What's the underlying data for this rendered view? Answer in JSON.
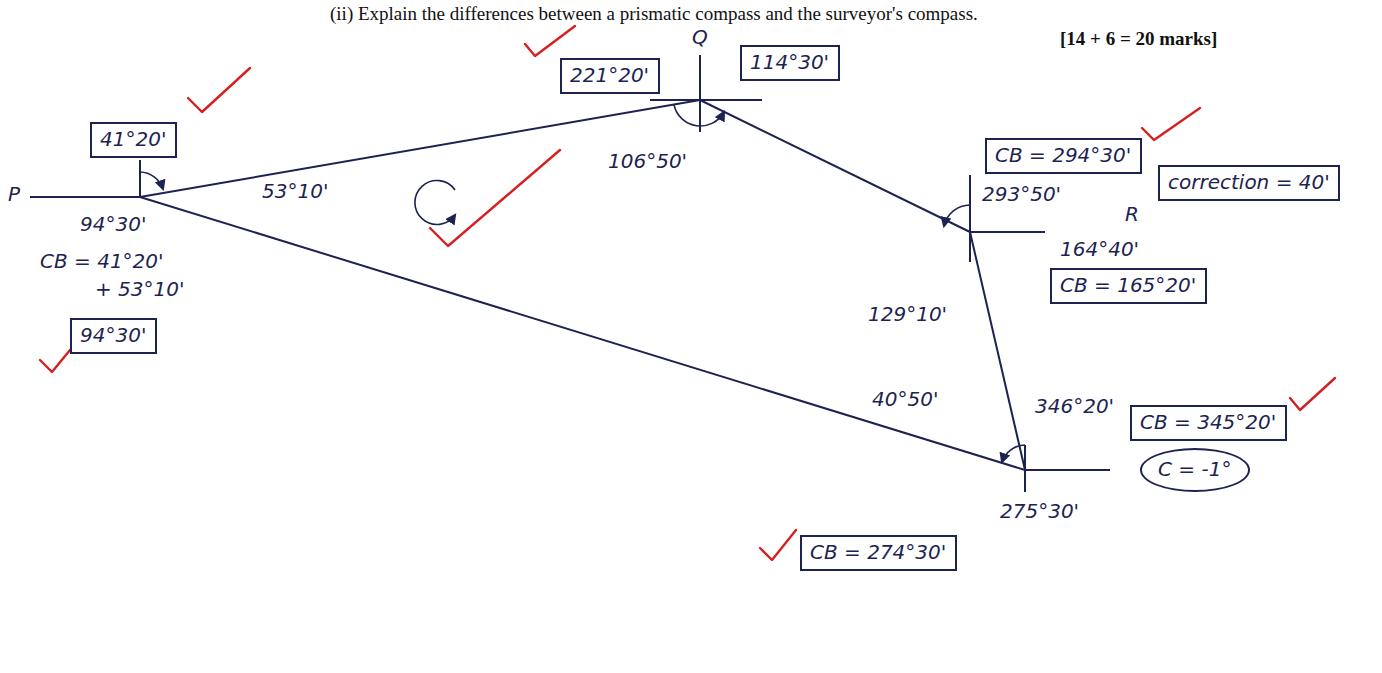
{
  "diagram": {
    "nodes": [
      {
        "text": [
          "221°20'"
        ]
      },
      {
        "text": [
          "114°30'"
        ]
      },
      {
        "text": [
          "41°20'"
        ]
      },
      {
        "text": [
          "CB = 294°30'"
        ]
      },
      {
        "text": [
          "correction = 40'"
        ]
      },
      {
        "text": [
          "CB = 165°20'"
        ]
      },
      {
        "text": [
          "94°30'"
        ]
      },
      {
        "text": [
          "CB = 345°20'"
        ]
      },
      {
        "text": [
          "C = -1°"
        ]
      },
      {
        "text": [
          "CB = 274°30'"
        ]
      }
    ],
    "labels": [
      "(ii) Explain the differences between a prismatic compass and the surveyor's compass.",
      "[14 + 6 = 20 marks]",
      "Q",
      "106°50'",
      "53°10'",
      "P",
      "94°30'",
      "CB = 41°20'",
      "+ 53°10'",
      "293°50'",
      "R",
      "164°40'",
      "129°10'",
      "40°50'",
      "346°20'",
      "275°30'"
    ]
  }
}
